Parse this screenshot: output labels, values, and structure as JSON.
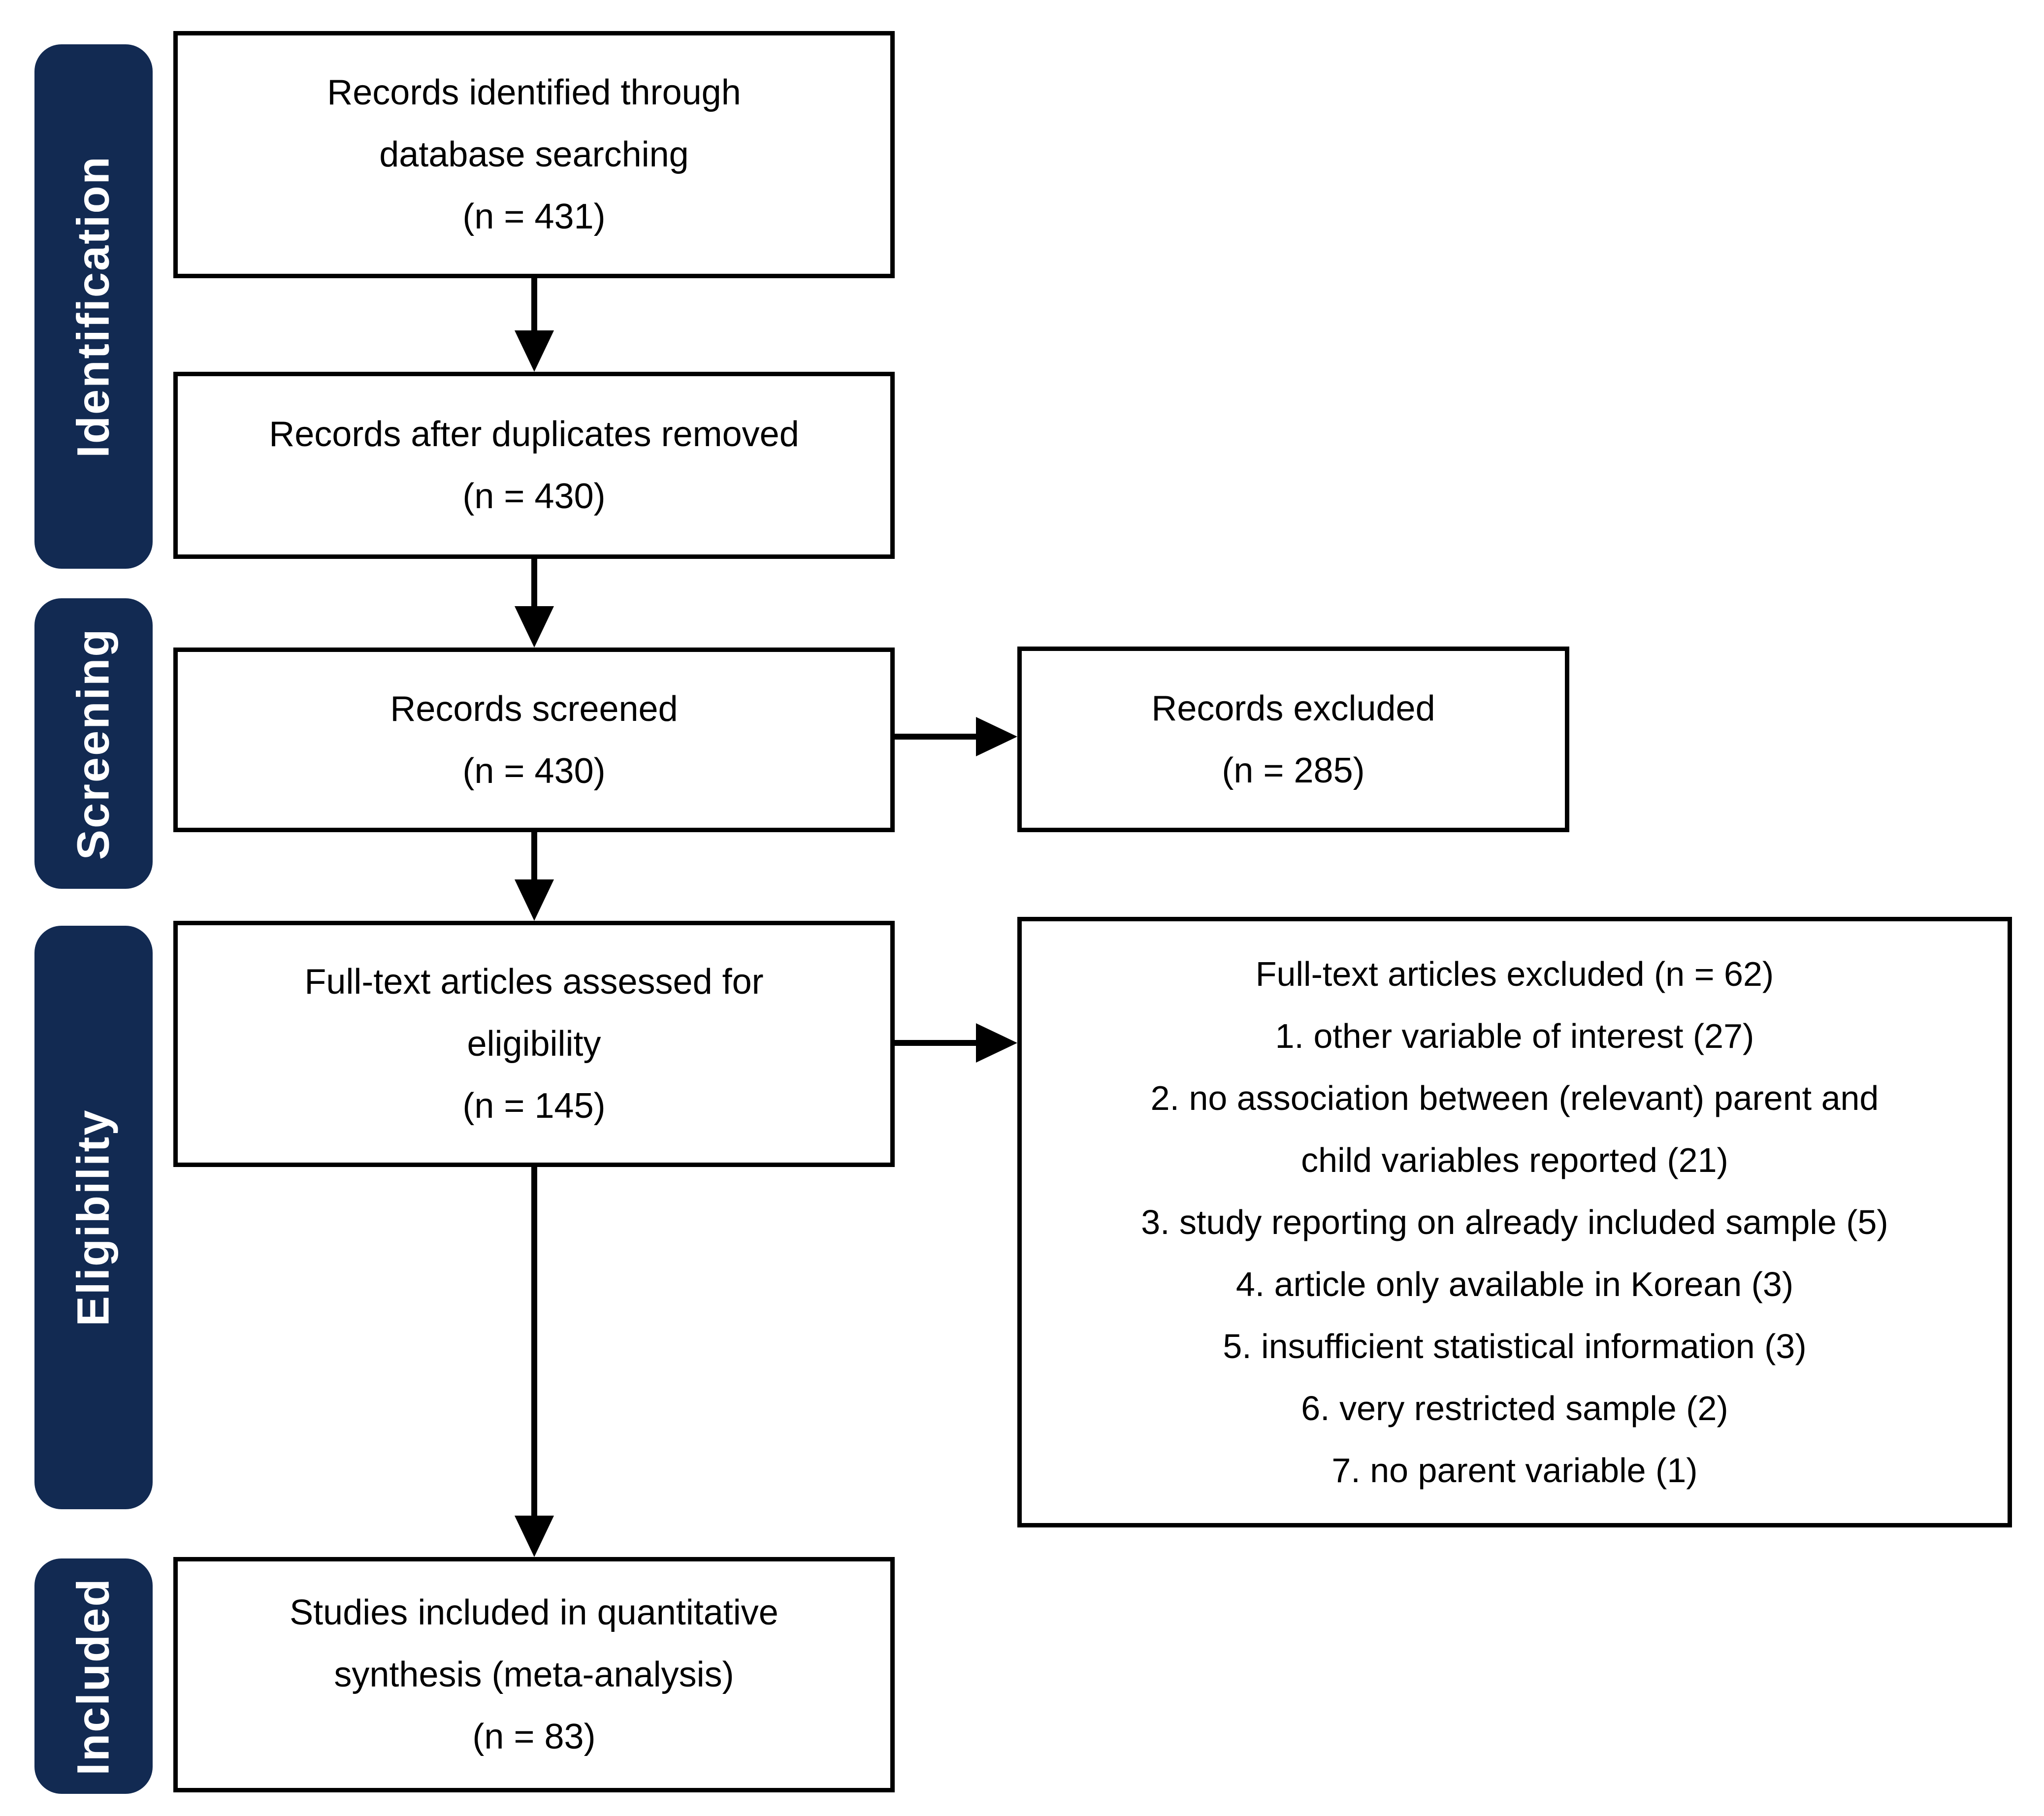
{
  "diagram": {
    "stages": [
      {
        "label": "Identification"
      },
      {
        "label": "Screening"
      },
      {
        "label": "Eligibility"
      },
      {
        "label": "Included"
      }
    ],
    "boxes": {
      "identified": {
        "lines": [
          "Records identified through",
          "database searching",
          "(n = 431)"
        ]
      },
      "after_duplicates": {
        "lines": [
          "Records after duplicates removed",
          "(n = 430)"
        ]
      },
      "screened": {
        "lines": [
          "Records screened",
          "(n = 430)"
        ]
      },
      "records_excluded": {
        "lines": [
          "Records excluded",
          "(n = 285)"
        ]
      },
      "fulltext_assessed": {
        "lines": [
          "Full-text articles assessed for",
          "eligibility",
          "(n = 145)"
        ]
      },
      "fulltext_excluded": {
        "lines": [
          "Full-text articles excluded (n = 62)",
          "1. other variable of interest (27)",
          "2. no association between (relevant) parent and",
          "child variables reported (21)",
          "3. study reporting on already included sample (5)",
          "4. article only available in Korean (3)",
          "5. insufficient statistical information (3)",
          "6. very restricted sample (2)",
          "7. no parent variable (1)"
        ]
      },
      "included_studies": {
        "lines": [
          "Studies included in quantitative",
          "synthesis (meta-analysis)",
          "(n = 83)"
        ]
      }
    },
    "colors": {
      "stage_bg": "#122a52",
      "stage_text": "#ffffff",
      "line": "#000000",
      "background": "#ffffff"
    }
  }
}
